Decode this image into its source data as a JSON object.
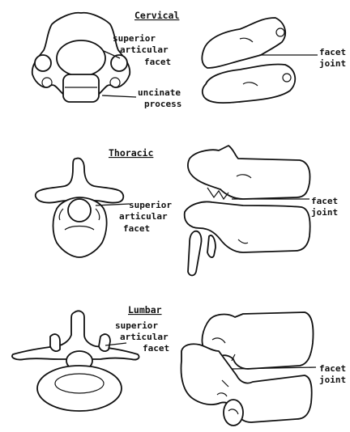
{
  "sections": {
    "cervical": {
      "title": "Cervical",
      "label_superior": "superior",
      "label_articular": "articular",
      "label_facet": "facet",
      "label_uncinate": "uncinate",
      "label_process": "process",
      "label_facet_joint_1": "facet",
      "label_facet_joint_2": "joint"
    },
    "thoracic": {
      "title": "Thoracic",
      "label_superior": "superior",
      "label_articular": "articular",
      "label_facet": "facet",
      "label_facet_joint_1": "facet",
      "label_facet_joint_2": "joint"
    },
    "lumbar": {
      "title": "Lumbar",
      "label_superior": "superior",
      "label_articular": "articular",
      "label_facet": "facet",
      "label_facet_joint_1": "facet",
      "label_facet_joint_2": "joint"
    }
  }
}
